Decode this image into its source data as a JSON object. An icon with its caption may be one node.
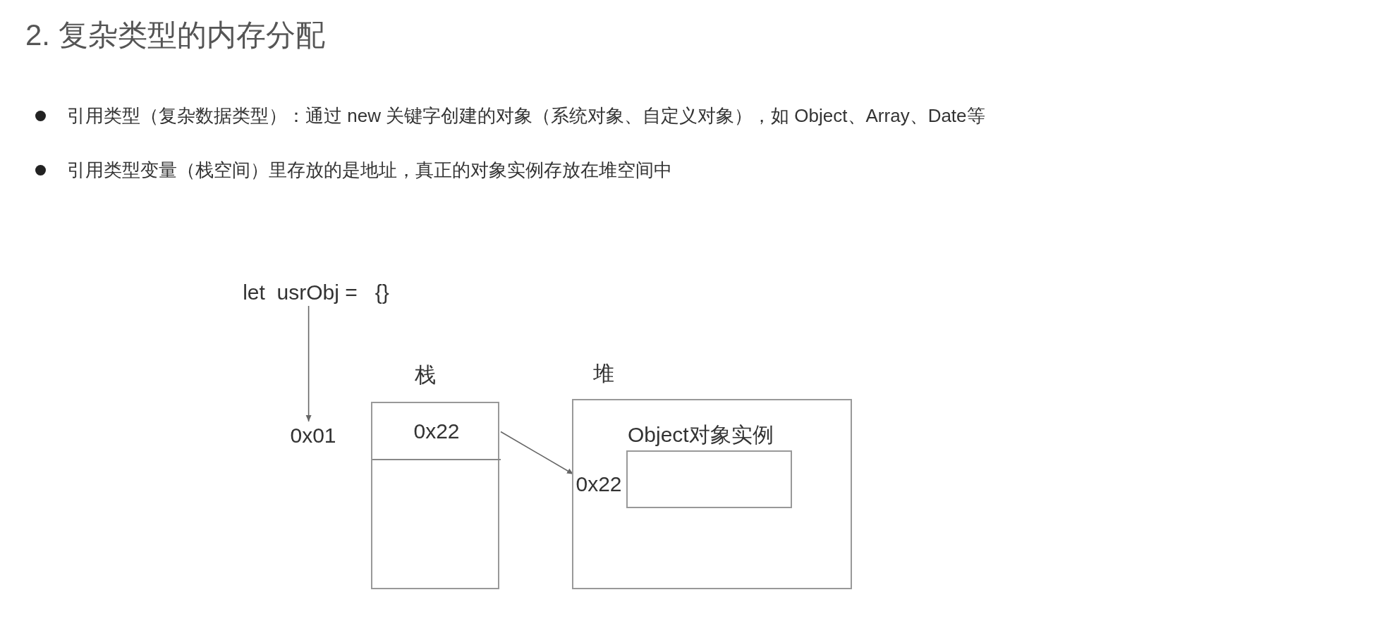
{
  "diagram": {
    "title": "2. 复杂类型的内存分配",
    "nodes": [
      {
        "text": [
          "let  usrObj =   {}"
        ]
      },
      {
        "text": [
          "0x01"
        ]
      },
      {
        "text": [
          "栈"
        ]
      },
      {
        "text": [
          "0x22"
        ],
        "in": 2
      },
      {
        "text": [
          "堆"
        ]
      },
      {
        "text": [
          "0x22"
        ],
        "in": 4
      },
      {
        "text": [
          "Object对象实例"
        ],
        "in": 4
      }
    ],
    "edges": [
      {
        "from": 0,
        "to": 1,
        "arrow": "to"
      },
      {
        "from": 3,
        "to": 5,
        "arrow": "to"
      }
    ],
    "labels": [
      "引用类型（复杂数据类型）：通过 new 关键字创建的对象（系统对象、自定义对象），如 Object、Array、Date等",
      "引用类型变量（栈空间）里存放的是地址，真正的对象实例存放在堆空间中"
    ]
  }
}
